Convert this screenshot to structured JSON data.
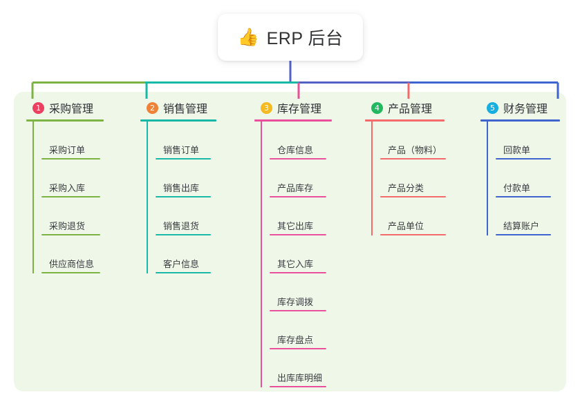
{
  "root": {
    "icon": "thumbs-up-icon",
    "emoji": "👍",
    "title": "ERP 后台"
  },
  "colors": {
    "panel_bg": "#eef7e8",
    "root_card_bg": "#ffffff",
    "trunk_line": "#5161c4",
    "branches": [
      "#7cb342",
      "#17b8a6",
      "#e94f9a",
      "#f4696b",
      "#3f63cf"
    ],
    "badges": [
      "#ec4060",
      "#f08236",
      "#f5b921",
      "#22b860",
      "#17aee0"
    ]
  },
  "columns": [
    {
      "index": "1",
      "badge_color": "#ec4060",
      "line_color": "#7cb342",
      "title": "采购管理",
      "items": [
        "采购订单",
        "采购入库",
        "采购退货",
        "供应商信息"
      ]
    },
    {
      "index": "2",
      "badge_color": "#f08236",
      "line_color": "#17b8a6",
      "title": "销售管理",
      "items": [
        "销售订单",
        "销售出库",
        "销售退货",
        "客户信息"
      ]
    },
    {
      "index": "3",
      "badge_color": "#f5b921",
      "line_color": "#e94f9a",
      "title": "库存管理",
      "items": [
        "仓库信息",
        "产品库存",
        "其它出库",
        "其它入库",
        "库存调拨",
        "库存盘点",
        "出库库明细"
      ]
    },
    {
      "index": "4",
      "badge_color": "#22b860",
      "line_color": "#f4696b",
      "title": "产品管理",
      "items": [
        "产品（物料）",
        "产品分类",
        "产品单位"
      ]
    },
    {
      "index": "5",
      "badge_color": "#17aee0",
      "line_color": "#3f63cf",
      "title": "财务管理",
      "items": [
        "回款单",
        "付款单",
        "结算账户"
      ]
    }
  ]
}
